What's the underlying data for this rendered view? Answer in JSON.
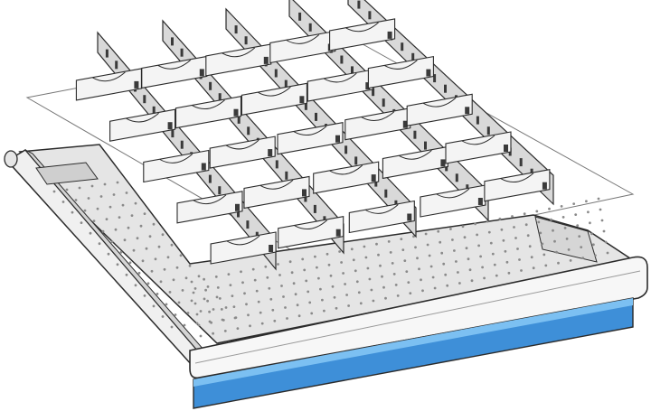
{
  "illustration": {
    "kind": "drawer-with-partition-set",
    "colors": {
      "outline": "#2b2b2b",
      "drawer_floor": "#e3e3e3",
      "drawer_frame": "#f1f1f1",
      "divider_face": "#d9d9d9",
      "divider_top": "#f4f4f4",
      "slot_dark": "#3a3a3a",
      "perforation": "#8a8a8a",
      "front_handle": "#f7f7f7",
      "front_label_strip": "#3e8fd8",
      "front_label_strip_highlight": "#7cc0f2",
      "tray_sheet": "#ffffff"
    },
    "parts": [
      {
        "name": "drawer-body",
        "label": ""
      },
      {
        "name": "partition-set",
        "label": ""
      },
      {
        "name": "front-label-strip",
        "label": ""
      }
    ]
  }
}
